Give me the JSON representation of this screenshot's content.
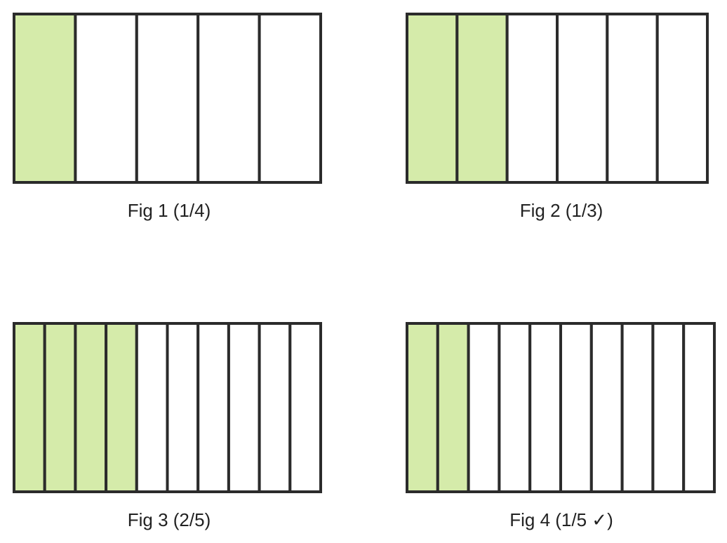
{
  "colors": {
    "shaded": "#d5ebaa",
    "unshaded": "#ffffff",
    "border": "#2b2b2b",
    "caption": "#222222"
  },
  "figures": [
    {
      "caption": "Fig 1 (1/4)",
      "total_strips": 5,
      "shaded_strips": 1
    },
    {
      "caption": "Fig 2 (1/3)",
      "total_strips": 6,
      "shaded_strips": 2
    },
    {
      "caption": "Fig 3 (2/5)",
      "total_strips": 10,
      "shaded_strips": 4
    },
    {
      "caption": "Fig 4 (1/5 ✓)",
      "total_strips": 10,
      "shaded_strips": 2
    }
  ]
}
